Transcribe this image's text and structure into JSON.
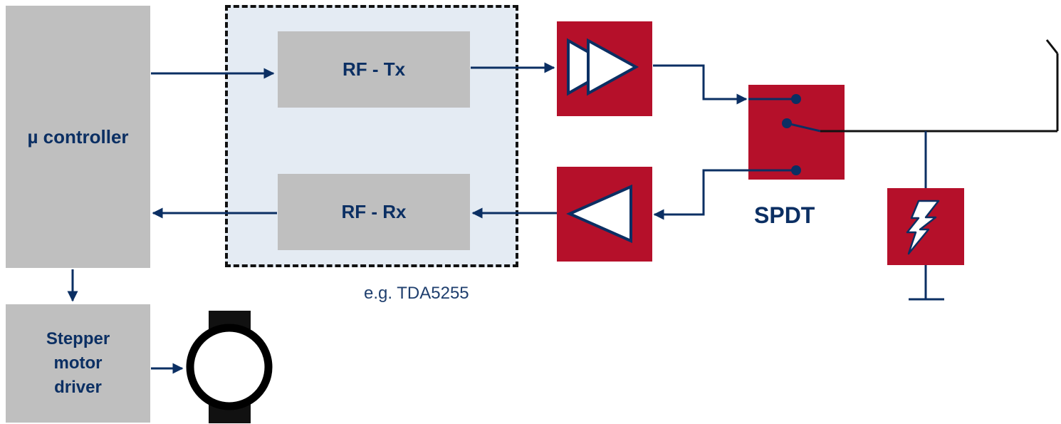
{
  "blocks": {
    "microcontroller": "µ controller",
    "rf_tx": "RF - Tx",
    "rf_rx": "RF - Rx",
    "stepper_driver": [
      "Stepper",
      "motor",
      "driver"
    ]
  },
  "labels": {
    "transceiver_example": "e.g. TDA5255",
    "switch": "SPDT"
  },
  "icons": {
    "tx_amplifier": "double-triangle-amplifier-icon",
    "rx_amplifier": "triangle-amplifier-icon",
    "esd_protection": "lightning-bolt-icon",
    "antenna": "antenna-icon",
    "ground": "ground-icon",
    "motor": "motor-icon"
  },
  "colors": {
    "block_gray": "#bfbfbf",
    "component_red": "#b5102a",
    "line_navy": "#0b2f63",
    "transceiver_fill": "#e4ebf3"
  }
}
